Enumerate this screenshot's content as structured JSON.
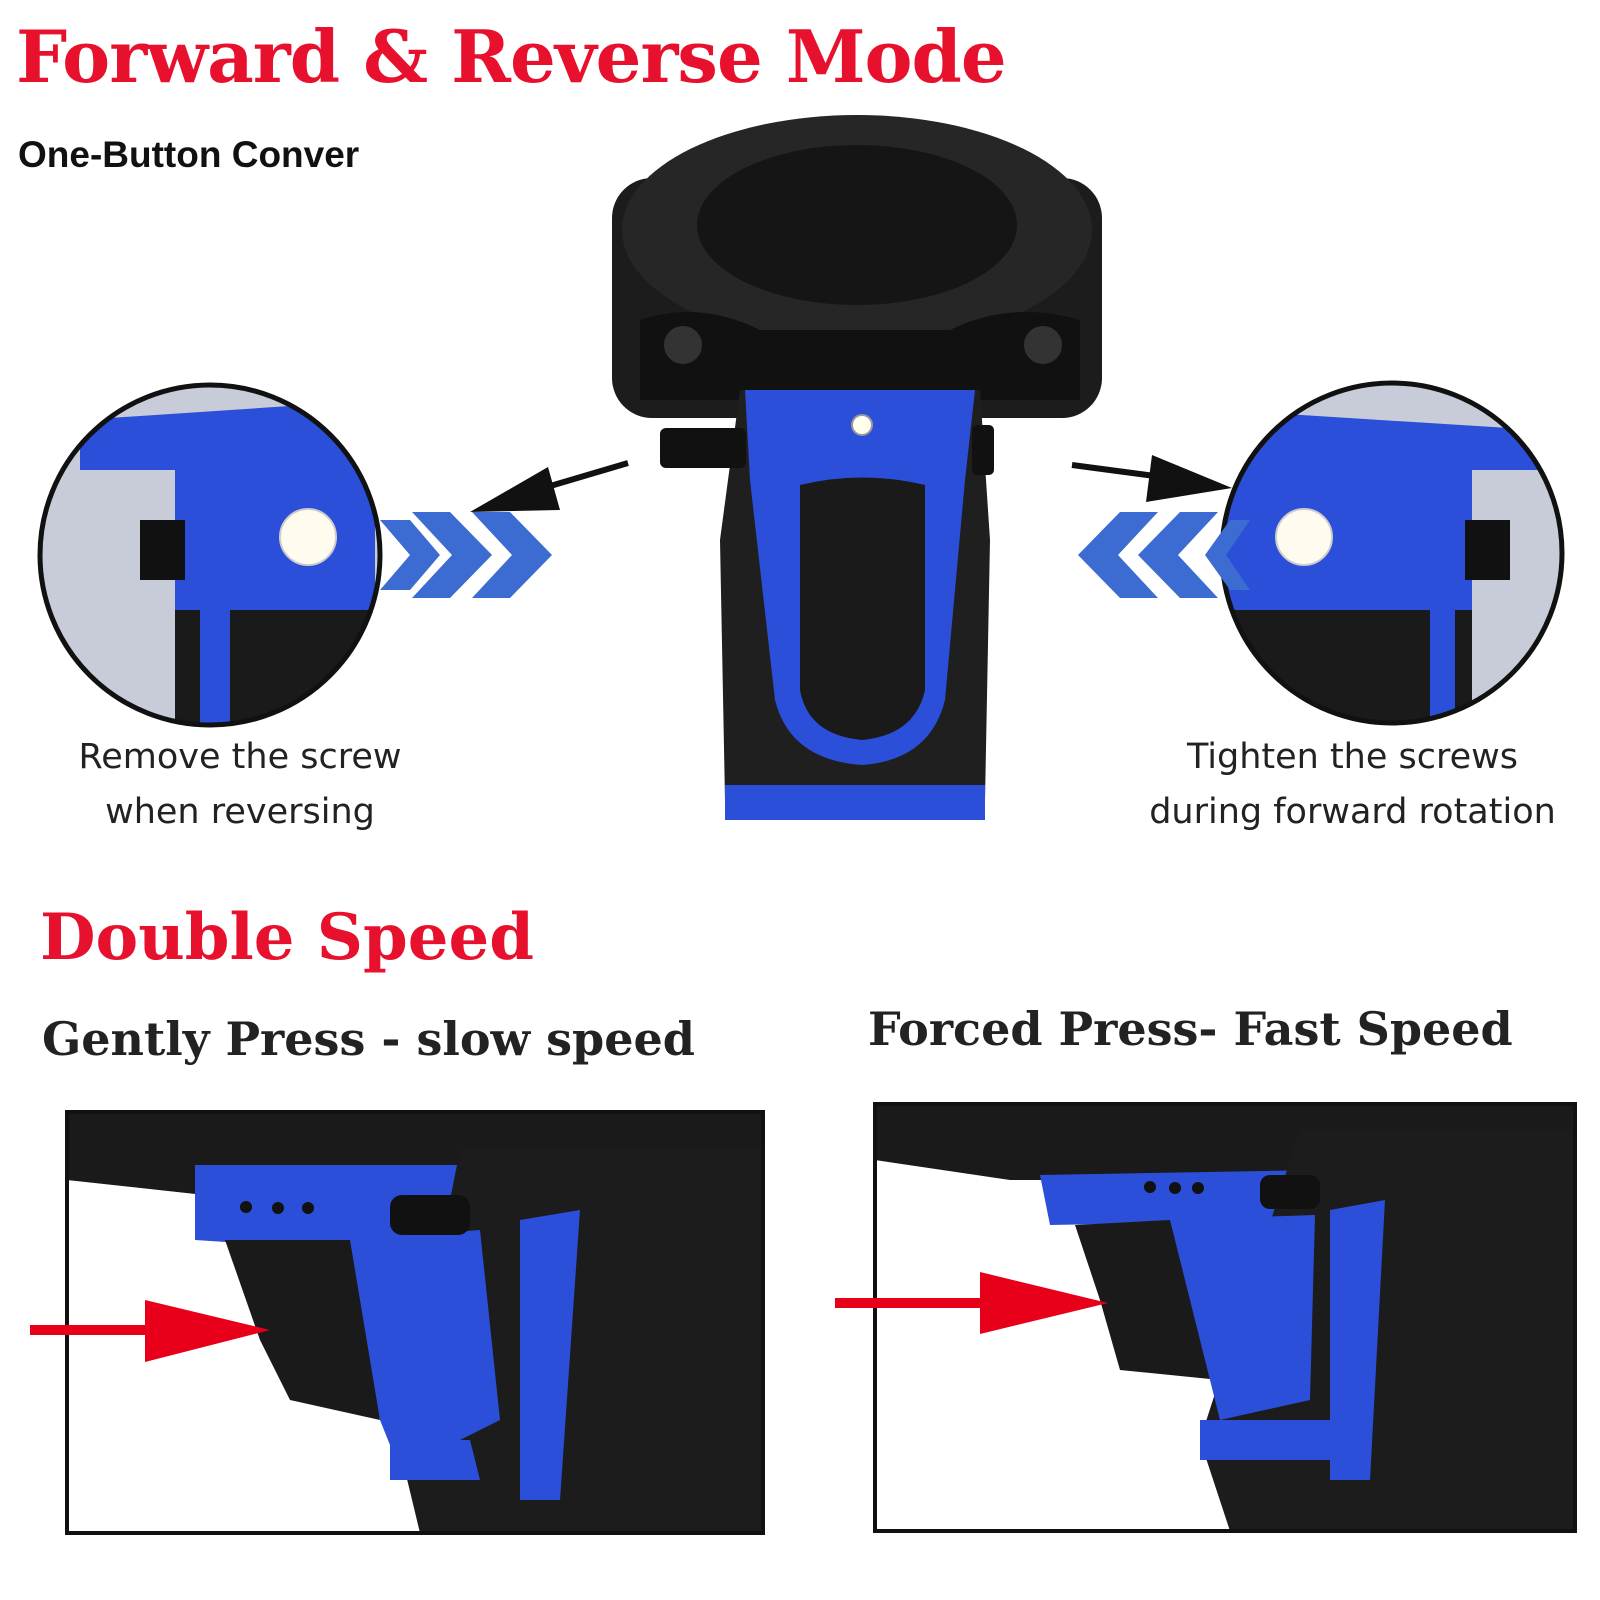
{
  "forward_reverse": {
    "title": "Forward & Reverse Mode",
    "subtitle": "One-Button Conver",
    "left_caption": [
      "Remove the screw",
      "when reversing"
    ],
    "right_caption": [
      "Tighten the screws",
      "during forward rotation"
    ]
  },
  "double_speed": {
    "title": "Double Speed",
    "slow_label": "Gently Press - slow speed",
    "fast_label": "Forced Press- Fast Speed"
  },
  "colors": {
    "title_red": "#e8112d",
    "tool_blue": "#2b4fd8",
    "chevron_blue": "#3c6bd1",
    "arrow_red": "#e8001a"
  }
}
